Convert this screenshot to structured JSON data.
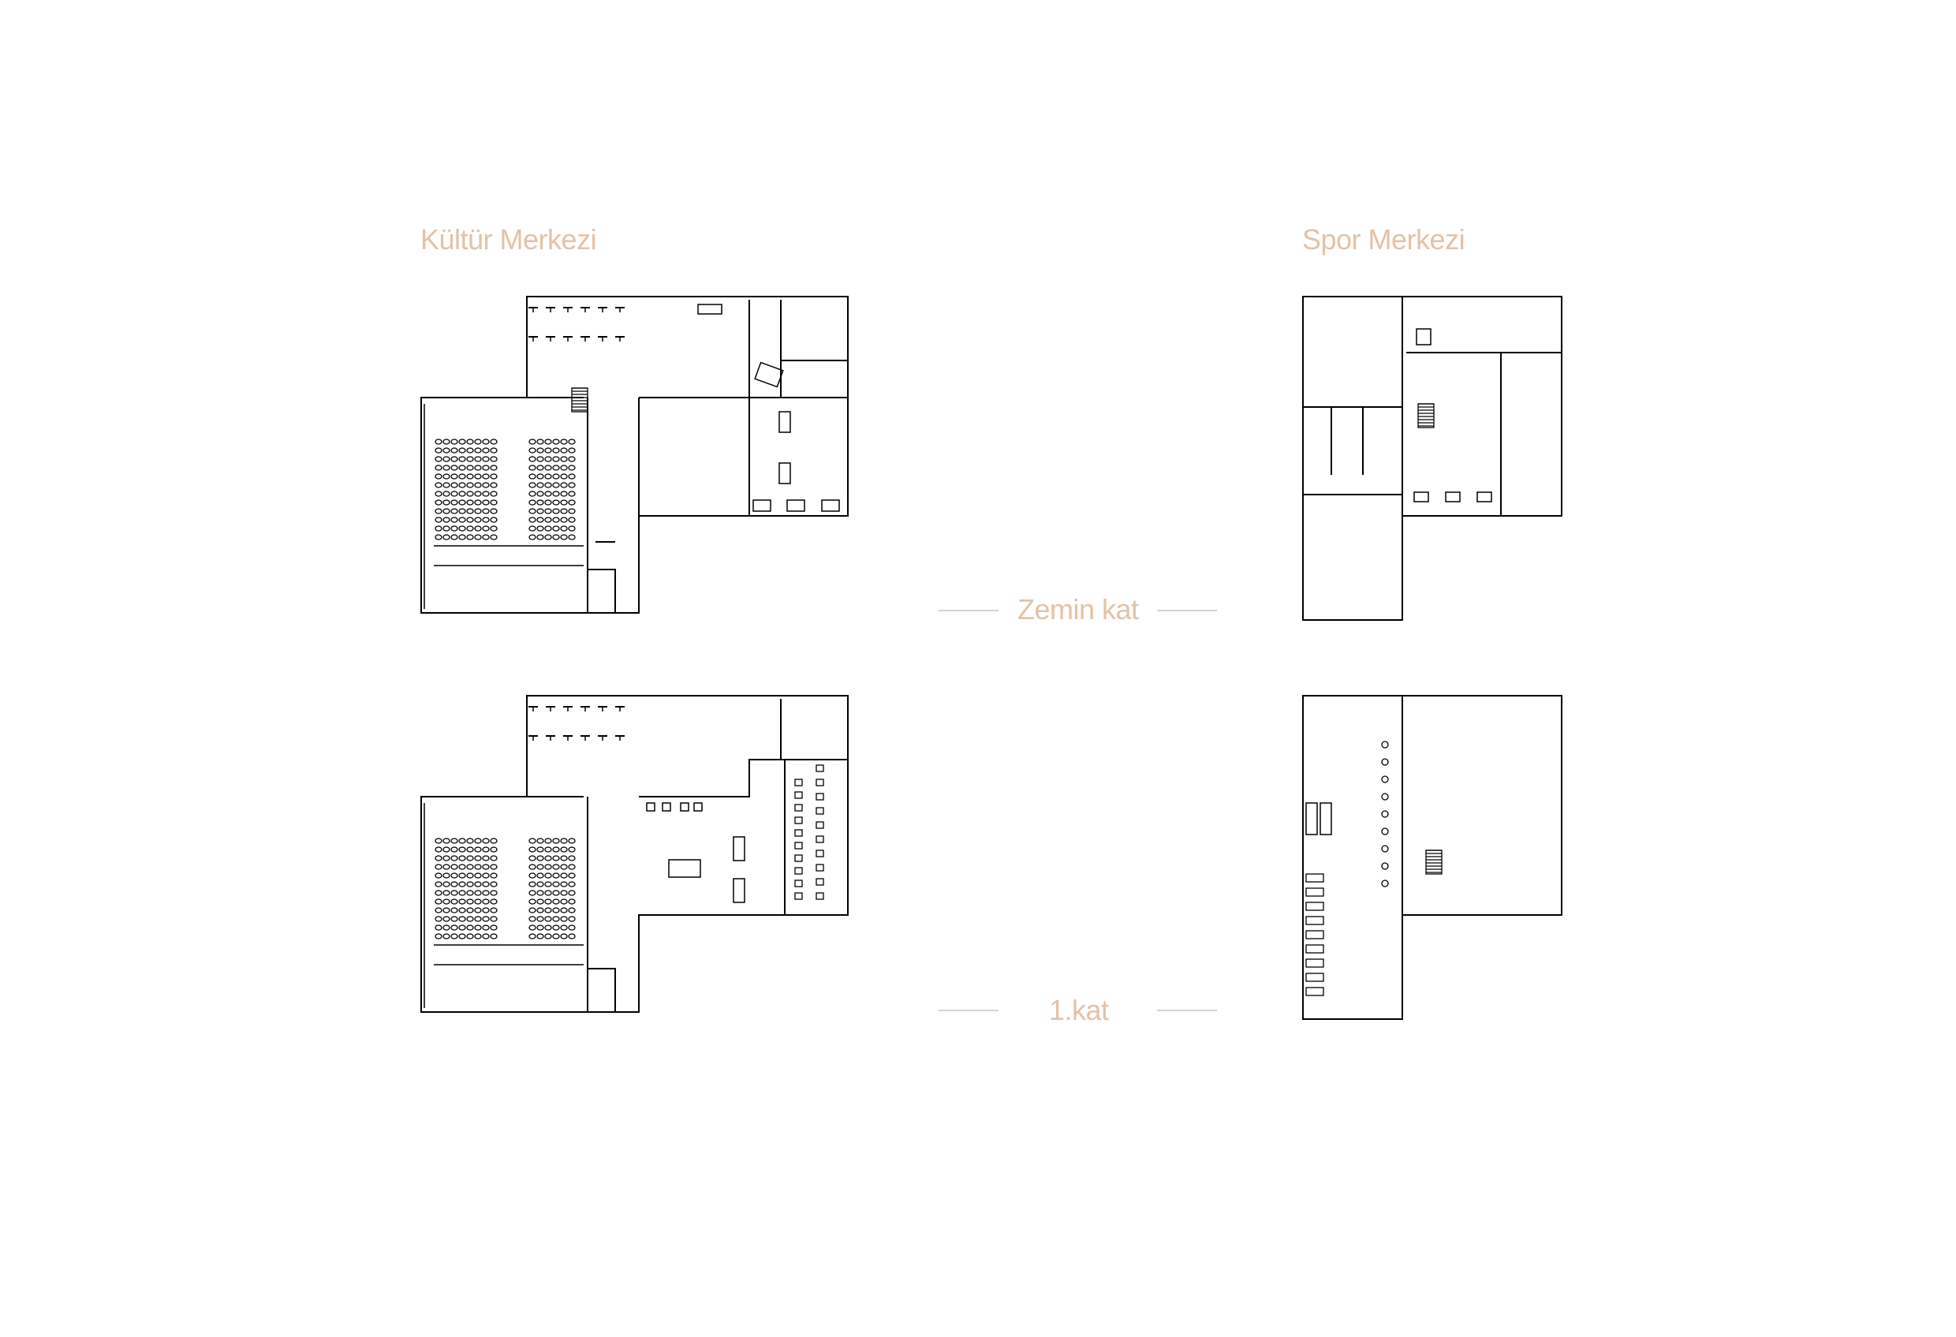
{
  "titles": {
    "culture_center": "Kültür Merkezi",
    "sports_center": "Spor Merkezi"
  },
  "floors": {
    "ground": "Zemin kat",
    "first": "1.kat"
  },
  "colors": {
    "label": "#e2c2a6",
    "rule": "#d9d2cc",
    "line": "#000000"
  }
}
